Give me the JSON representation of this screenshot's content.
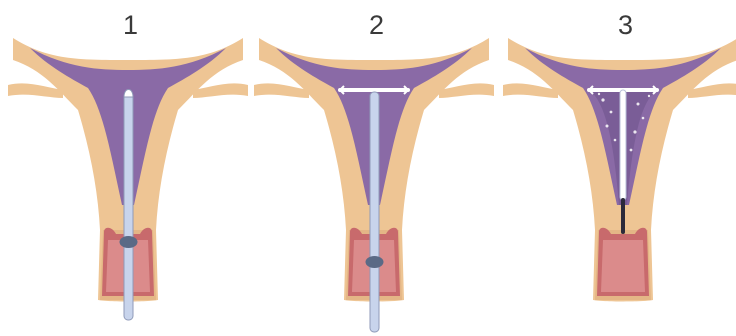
{
  "figure": {
    "panels": [
      {
        "step_label": "1",
        "stage": "inserter-in-uterus"
      },
      {
        "step_label": "2",
        "stage": "arms-released"
      },
      {
        "step_label": "3",
        "stage": "iud-in-place"
      }
    ],
    "colors": {
      "uterus_tissue": "#eec594",
      "uterus_shadow": "#d9a877",
      "cavity": "#8a6aa6",
      "cavity_dark": "#6a4f88",
      "cervix": "#c86a6c",
      "cervix_light": "#e8a2a0",
      "inserter": "#c8d4ec",
      "iud": "#ffffff"
    }
  }
}
